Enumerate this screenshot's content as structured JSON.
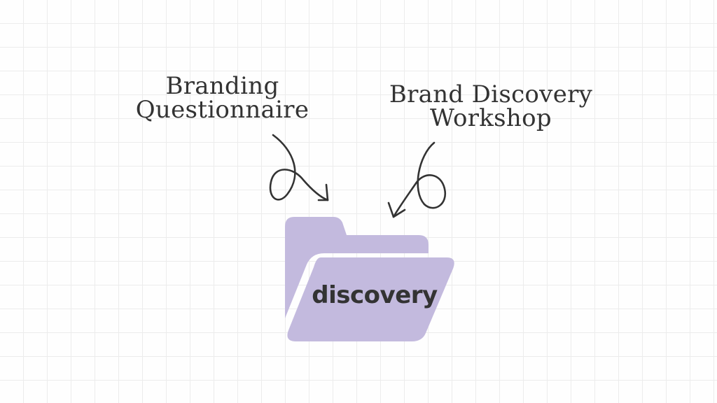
{
  "labels": {
    "left": {
      "line1": "Branding",
      "line2": "Questionnaire"
    },
    "right": {
      "line1": "Brand Discovery",
      "line2": "Workshop"
    }
  },
  "folder": {
    "name": "discovery",
    "color": "#c3bade"
  },
  "colors": {
    "text": "#333333",
    "grid": "#ececec",
    "arrow": "#333333"
  }
}
